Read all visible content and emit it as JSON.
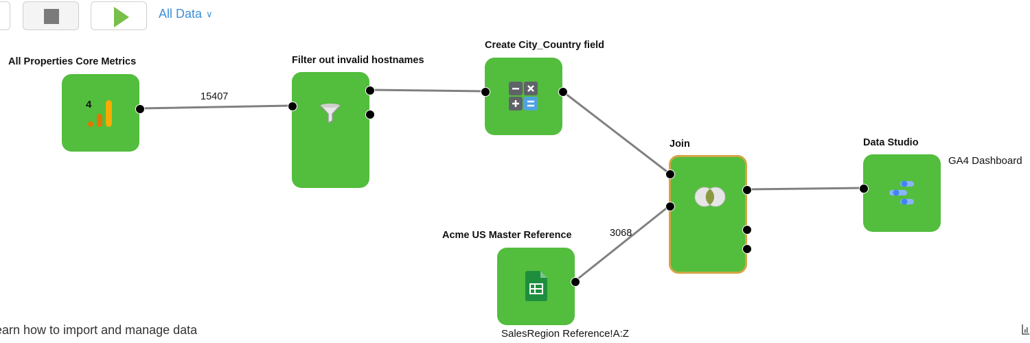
{
  "toolbar": {
    "dataset_select": "All Data"
  },
  "nodes": {
    "source_core": {
      "title": "All Properties Core Metrics",
      "icon_text": "4"
    },
    "filter": {
      "title": "Filter out invalid hostnames"
    },
    "calc": {
      "title": "Create City_Country field"
    },
    "join": {
      "title": "Join"
    },
    "sheet": {
      "title": "Acme US Master Reference",
      "subtitle": "SalesRegion Reference!A:Z"
    },
    "studio": {
      "title": "Data Studio",
      "note": "GA4 Dashboard"
    }
  },
  "edges": {
    "core_to_filter": "15407",
    "sheet_to_join": "3068"
  },
  "footer": {
    "help_text": "earn how to import and manage data"
  },
  "colors": {
    "node_green": "#53bd3d",
    "selected_border": "#d3a545",
    "link_blue": "#3b8fd6",
    "edge_gray": "#808080"
  }
}
